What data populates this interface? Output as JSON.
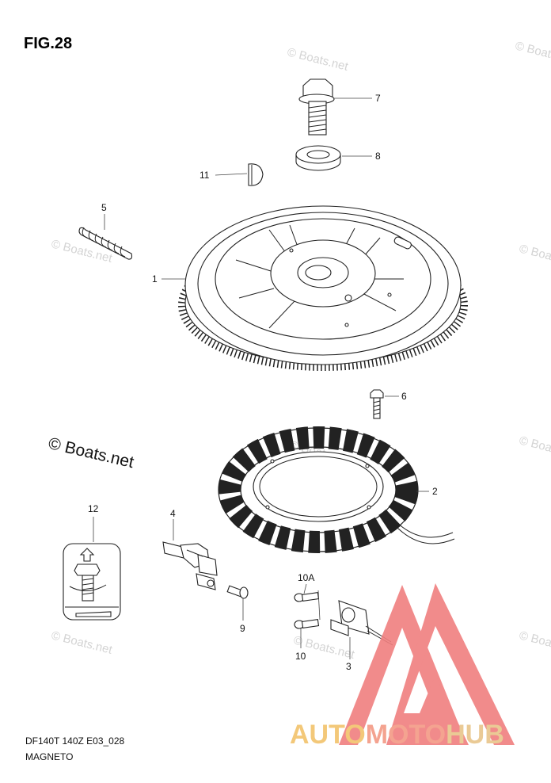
{
  "figure": {
    "title": "FIG.28",
    "code": "DF140T 140Z E03_028",
    "name": "MAGNETO"
  },
  "watermark": {
    "main": "© Boats.net",
    "faint": "© Boats.net"
  },
  "callouts": {
    "p1": "1",
    "p2": "2",
    "p3": "3",
    "p4": "4",
    "p5": "5",
    "p6": "6",
    "p7": "7",
    "p8": "8",
    "p9": "9",
    "p10": "10",
    "p10a": "10A",
    "p11": "11",
    "p12": "12"
  },
  "logo": {
    "part1": "AUTO",
    "part2": "MOTO",
    "part3": "HUB",
    "colors": {
      "auto": "#f2c36b",
      "moto": "#f39a85",
      "hub": "#e8c58a",
      "triangle": "#f07f7f"
    }
  }
}
